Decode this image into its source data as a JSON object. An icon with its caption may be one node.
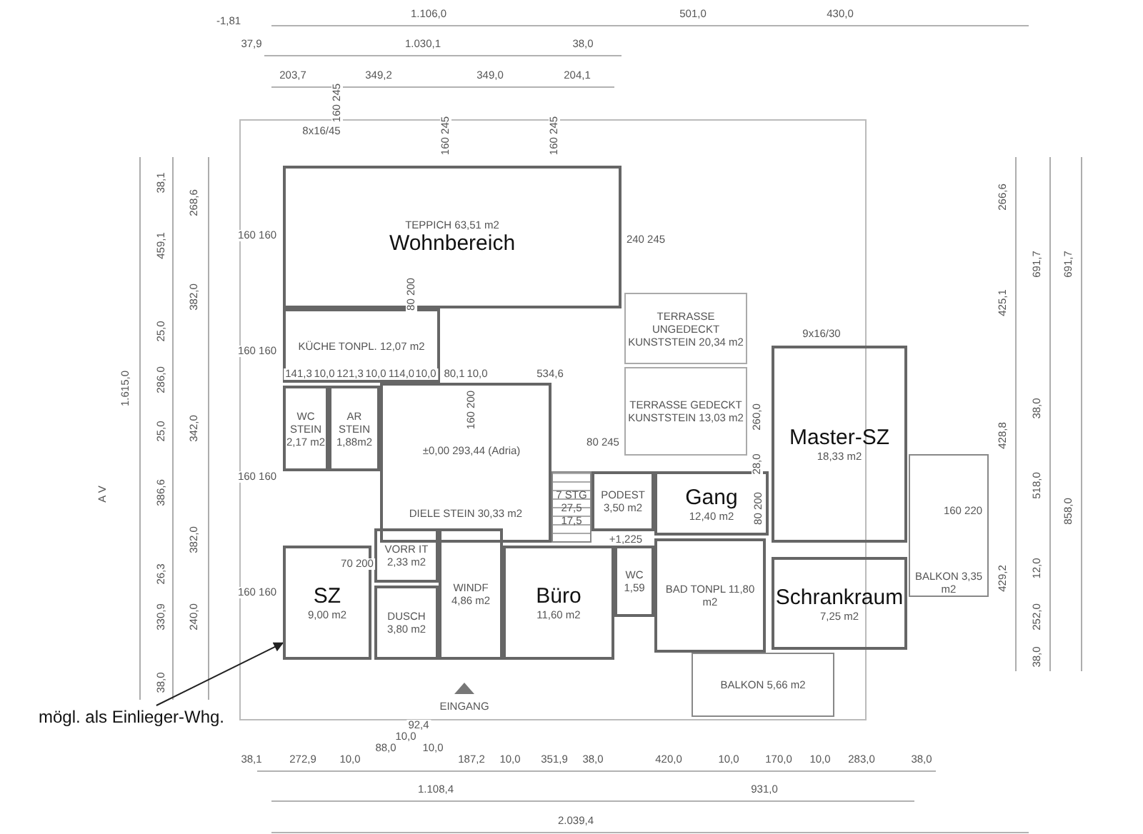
{
  "diagram": {
    "nodes": [
      {
        "text": [
          "TEPPICH 63,51 m2",
          "Wohnbereich"
        ]
      },
      {
        "text": [
          "KÜCHE TONPL. 12,07 m2"
        ]
      },
      {
        "text": [
          "WC STEIN 2,17 m2"
        ]
      },
      {
        "text": [
          "AR STEIN 1,88m2"
        ]
      },
      {
        "text": [
          "DIELE STEIN 30,33 m2"
        ]
      },
      {
        "text": [
          "SZ",
          "9,00 m2"
        ]
      },
      {
        "text": [
          "VORR IT 2,33 m2"
        ]
      },
      {
        "text": [
          "DUSCH 3,80 m2"
        ]
      },
      {
        "text": [
          "WINDF 4,86 m2"
        ]
      },
      {
        "text": [
          "Büro",
          "11,60 m2"
        ]
      },
      {
        "text": [
          "7 STG 27,5 17,5"
        ]
      },
      {
        "text": [
          "PODEST 3,50 m2"
        ]
      },
      {
        "text": [
          "Gang",
          "12,40 m2"
        ]
      },
      {
        "text": [
          "WC 1,59"
        ]
      },
      {
        "text": [
          "BAD TONPL 11,80 m2"
        ]
      },
      {
        "text": [
          "Master-SZ",
          "18,33 m2"
        ]
      },
      {
        "text": [
          "Schrankraum",
          "7,25 m2"
        ]
      },
      {
        "text": [
          "BALKON 3,35 m2"
        ]
      },
      {
        "text": [
          "BALKON 5,66 m2"
        ]
      },
      {
        "text": [
          "TERRASSE UNGEDECKT KUNSTSTEIN 20,34 m2"
        ]
      },
      {
        "text": [
          "TERRASSE GEDECKT KUNSTSTEIN 13,03 m2"
        ]
      },
      {
        "text": [
          "mögl. als Einlieger-Whg."
        ]
      }
    ],
    "edges": [
      {
        "from": 21,
        "to": 5,
        "arrow": "to"
      }
    ],
    "labels": [
      "-1,81",
      "1.106,0",
      "501,0",
      "430,0",
      "37,9",
      "1.030,1",
      "38,0",
      "203,7",
      "349,2",
      "349,0",
      "204,1",
      "160 245",
      "8x16/45",
      "160 245",
      "160 245",
      "38,1",
      "268,6",
      "266,6",
      "459,1",
      "160 160",
      "240 245",
      "691,7",
      "691,7",
      "382,0",
      "80 200",
      "425,1",
      "25,0",
      "9x16/30",
      "160 160",
      "1.615,0",
      "286,0",
      "141,3",
      "10,0",
      "121,3",
      "10,0",
      "114,0",
      "10,0",
      "80,1",
      "10,0",
      "534,6",
      "25,0",
      "342,0",
      "160 200",
      "80 245",
      "260,0",
      "428,8",
      "38,0",
      "A V",
      "386,6",
      "160 160",
      "±0,00 293,44 (Adria)",
      "28,0",
      "80 200",
      "160 220",
      "518,0",
      "858,0",
      "382,0",
      "+1,225",
      "26,3",
      "160 160",
      "70 200",
      "429,2",
      "12,0",
      "330,9",
      "240,0",
      "252,0",
      "38,0",
      "38,0",
      "EINGANG",
      "92,4",
      "10,0",
      "88,0",
      "10,0",
      "38,1",
      "272,9",
      "10,0",
      "187,2",
      "10,0",
      "351,9",
      "38,0",
      "420,0",
      "10,0",
      "170,0",
      "10,0",
      "283,0",
      "38,0",
      "1.108,4",
      "931,0",
      "2.039,4"
    ]
  }
}
